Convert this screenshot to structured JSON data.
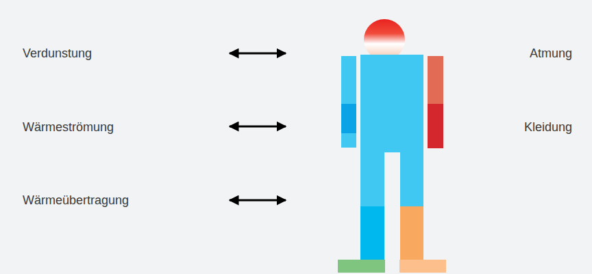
{
  "diagram": {
    "labels": [
      "Verdunstung",
      "Wärmeströmung",
      "Wärmeübertragung",
      "Atmung",
      "Kleidung"
    ]
  }
}
